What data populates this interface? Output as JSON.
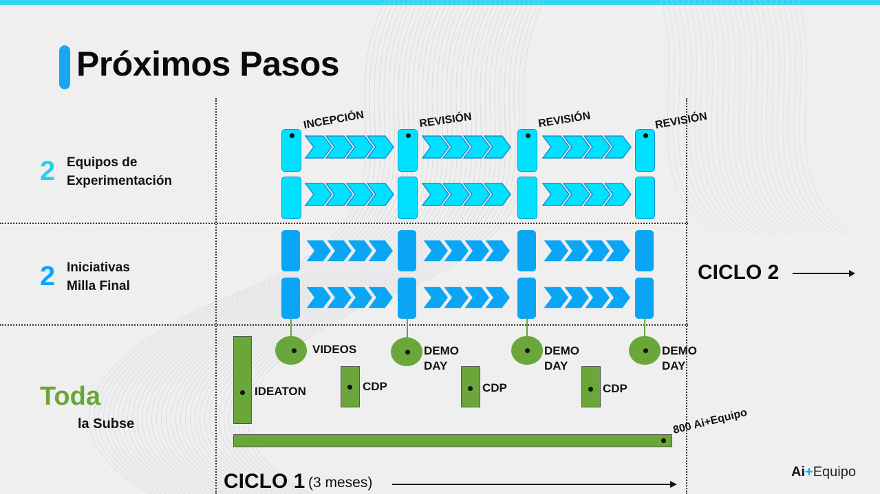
{
  "title": "Próximos Pasos",
  "rows": {
    "experimentation": {
      "number": "2",
      "line1": "Equipos de",
      "line2": "Experimentación"
    },
    "milla_final": {
      "number": "2",
      "line1": "Iniciativas",
      "line2": "Milla Final"
    },
    "subse": {
      "big": "Toda",
      "small": "la Subse"
    }
  },
  "milestones": [
    "INCEPCIÓN",
    "REVISIÓN",
    "REVISIÓN",
    "REVISIÓN"
  ],
  "green_events": {
    "videos": "VIDEOS",
    "demo_day_1a": "DEMO",
    "demo_day_1b": "DAY",
    "demo_day_2a": "DEMO",
    "demo_day_2b": "DAY",
    "demo_day_3a": "DEMO",
    "demo_day_3b": "DAY",
    "ideaton": "IDEATON",
    "cdp_1": "CDP",
    "cdp_2": "CDP",
    "cdp_3": "CDP",
    "bar_label": "800 Ai+Equipo"
  },
  "cycles": {
    "ciclo1": "CICLO 1",
    "ciclo1_sub": "(3 meses)",
    "ciclo2": "CICLO 2"
  },
  "brand": {
    "ai": "Ai",
    "plus": "+",
    "equipo": "Equipo"
  },
  "colors": {
    "cyan": "#00e1ff",
    "blue": "#0aa6f5",
    "green": "#6aa63a",
    "top_bar": "#2fd6f0",
    "accent": "#1aa7f2"
  }
}
